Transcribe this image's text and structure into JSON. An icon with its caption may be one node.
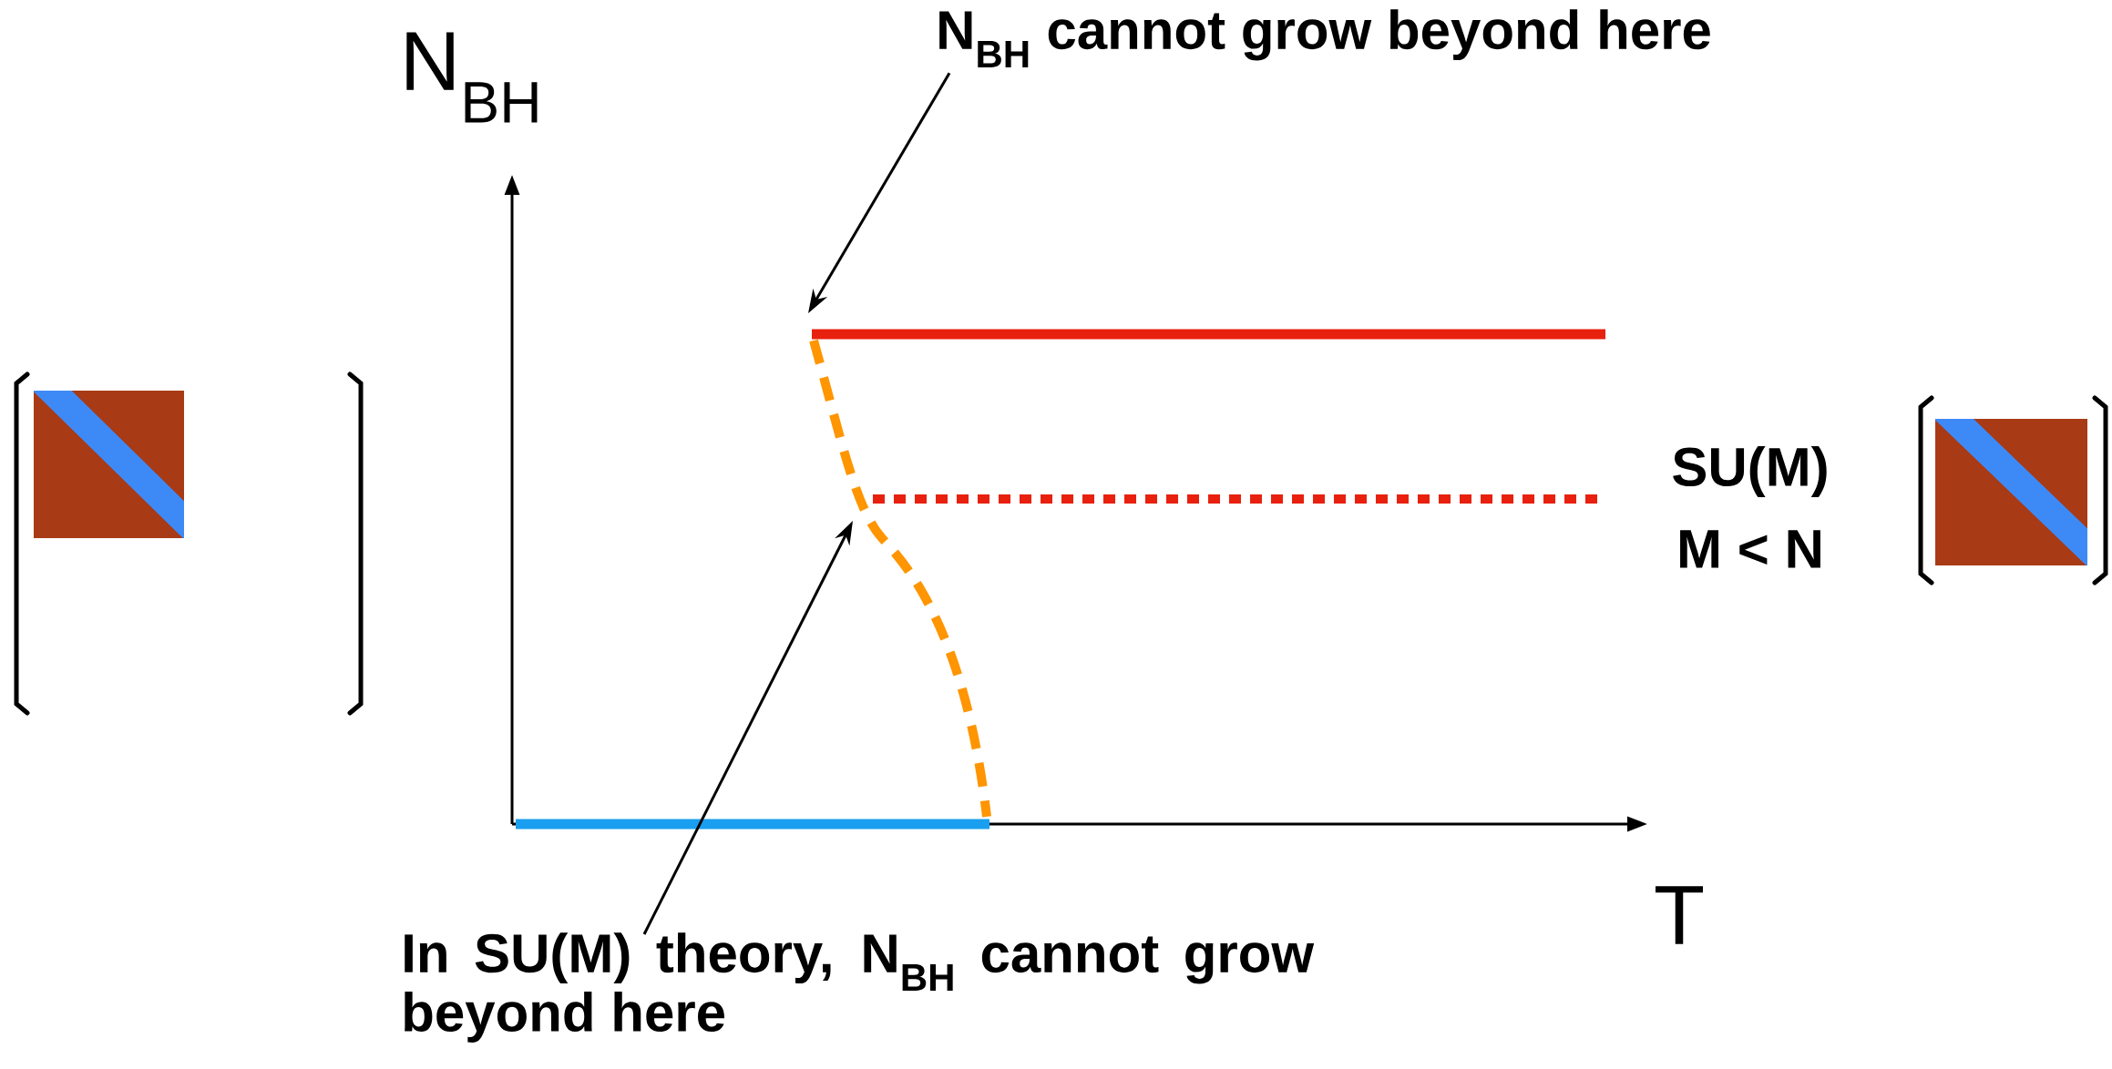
{
  "diagram": {
    "nodes": [
      {
        "text": [
          "N$_{BH}$ cannot grow beyond here"
        ]
      },
      {
        "text": [
          "In SU(M) theory, N$_{BH}$ cannot grow beyond here"
        ]
      }
    ],
    "edges": [
      {
        "from": 0,
        "to": null,
        "arrow": "to"
      },
      {
        "from": 1,
        "to": null,
        "arrow": "to"
      }
    ],
    "labels": [
      "N$_{BH}$",
      "T",
      "SU(M)",
      "M < N"
    ]
  }
}
